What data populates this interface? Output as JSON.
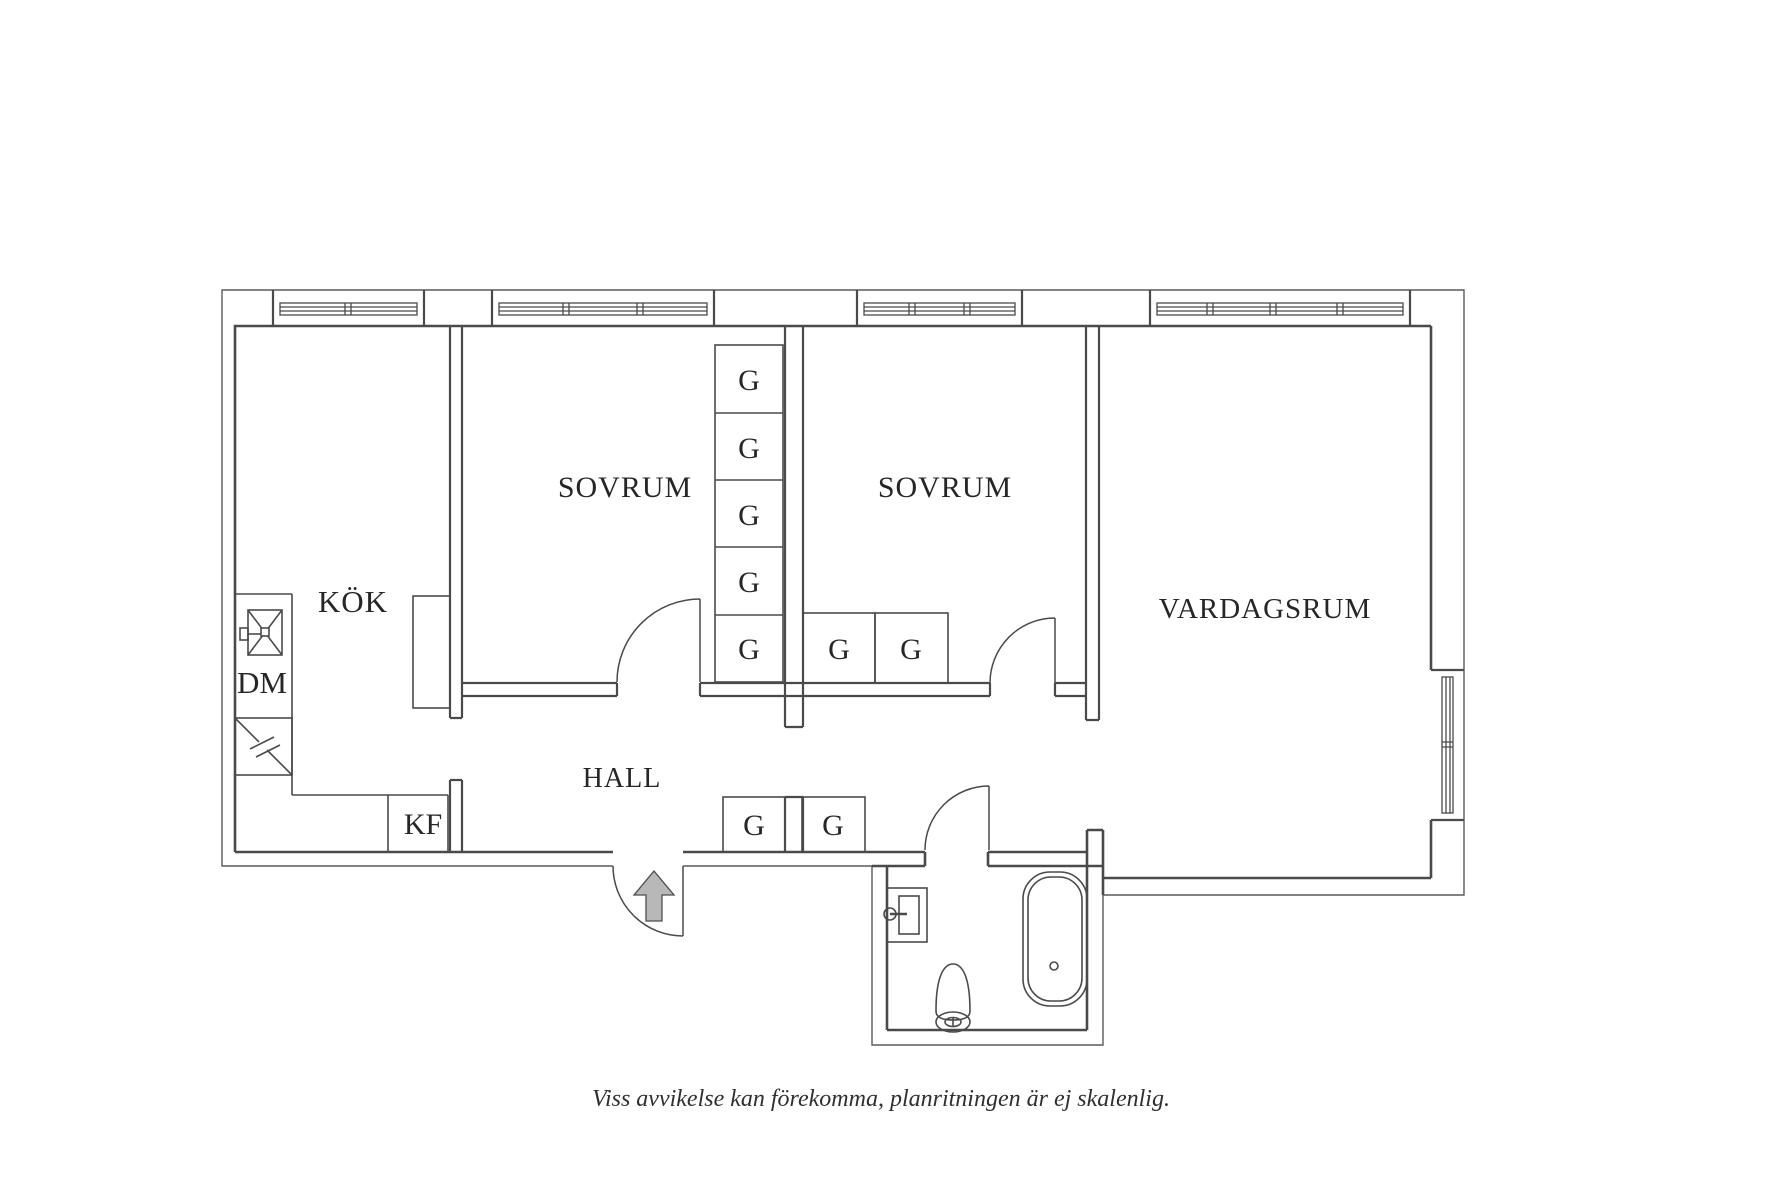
{
  "floorplan": {
    "rooms": {
      "kitchen": {
        "label": "KÖK"
      },
      "bedroom1": {
        "label": "SOVRUM"
      },
      "bedroom2": {
        "label": "SOVRUM"
      },
      "living_room": {
        "label": "VARDAGSRUM"
      },
      "hall": {
        "label": "HALL"
      }
    },
    "appliances": {
      "dishwasher": {
        "label": "DM"
      },
      "fridge_freezer": {
        "label": "KF"
      }
    },
    "wardrobes": {
      "bedroom1_column": [
        {
          "label": "G"
        },
        {
          "label": "G"
        },
        {
          "label": "G"
        },
        {
          "label": "G"
        },
        {
          "label": "G"
        }
      ],
      "bedroom2": [
        {
          "label": "G"
        },
        {
          "label": "G"
        }
      ],
      "hall": [
        {
          "label": "G"
        },
        {
          "label": "G"
        }
      ]
    },
    "icons": {
      "entrance_arrow": "arrow-up",
      "kitchen_sink": "crossed-basin",
      "washbasin": "basin-with-tap",
      "toilet": "wc",
      "bathtub": "tub"
    },
    "colors": {
      "background": "#ffffff",
      "wall_line": "#4a4a4a",
      "thin_line": "#5a5a5a",
      "text": "#262626",
      "arrow_fill": "#b8b8b8"
    }
  },
  "caption": {
    "text": "Viss avvikelse kan förekomma, planritningen är ej skalenlig."
  }
}
